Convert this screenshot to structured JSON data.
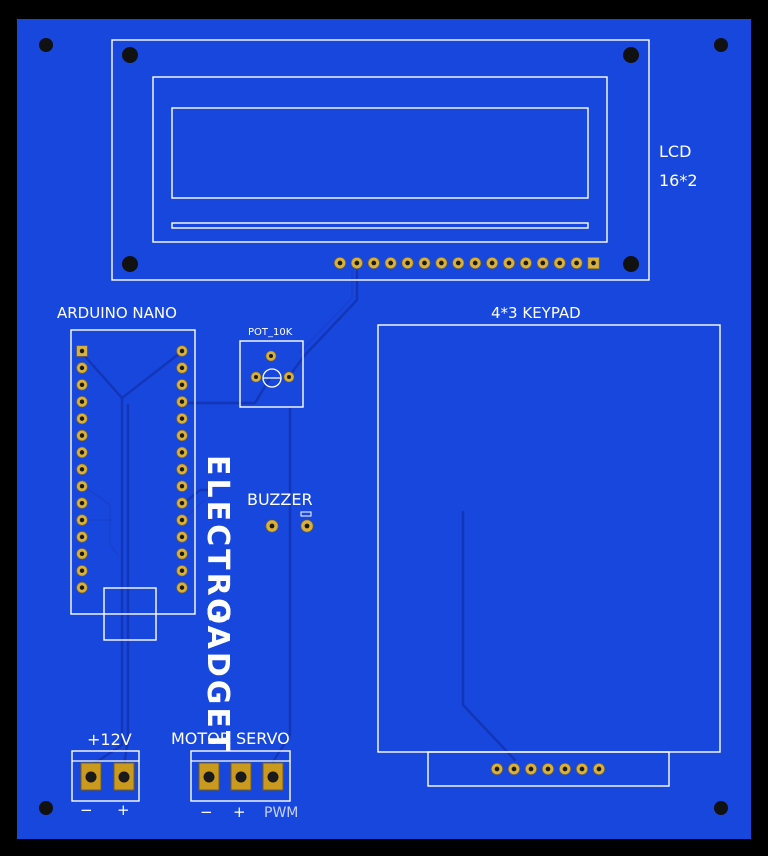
{
  "board": {
    "background": "#000000",
    "pcb_color": "#1747dc",
    "trace_color": "#1336b8",
    "silk_color": "#ffffff",
    "pad_color": "#d9b13a"
  },
  "labels": {
    "lcd_line1": "LCD",
    "lcd_line2": "16*2",
    "arduino": "ARDUINO NANO",
    "pot": "POT_10K",
    "keypad": "4*3 KEYPAD",
    "buzzer": "BUZZER",
    "brand_line1": "ELECTRO",
    "brand_line2": "GADGET",
    "power": "+12V",
    "servo": "MOTOR SERVO"
  },
  "power_pins": [
    "−",
    "+"
  ],
  "servo_pins": [
    "−",
    "+",
    "PWM"
  ],
  "lcd_pin_count": 16,
  "nano_pins_per_side": 15,
  "keypad_pin_count": 7
}
